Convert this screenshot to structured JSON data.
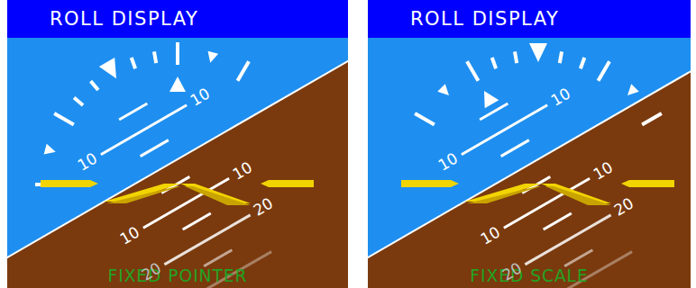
{
  "diagram": {
    "nodes": [
      {
        "text": [
          "FIXED POINTER"
        ]
      },
      {
        "text": [
          "ROLL DISPLAY"
        ],
        "in": 0
      },
      {
        "text": [
          "FIXED SCALE"
        ]
      },
      {
        "text": [
          "ROLL DISPLAY"
        ],
        "in": 2
      }
    ],
    "labels": [
      "10",
      "10",
      "10",
      "20",
      "10",
      "20",
      "10",
      "10",
      "10",
      "20",
      "10",
      "20"
    ]
  }
}
